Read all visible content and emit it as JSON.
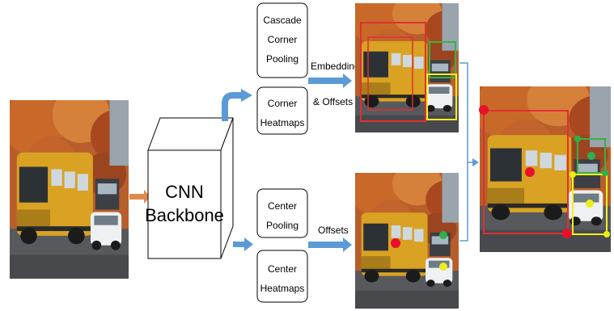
{
  "modules": {
    "cnn_backbone": {
      "line1": "CNN",
      "line2": "Backbone"
    },
    "cascade_corner_pooling": {
      "line1": "Cascade",
      "line2": "Corner",
      "line3": "Pooling"
    },
    "corner_heatmaps": {
      "line1": "Corner",
      "line2": "Heatmaps"
    },
    "center_pooling": {
      "line1": "Center",
      "line2": "Pooling"
    },
    "center_heatmaps": {
      "line1": "Center",
      "line2": "Heatmaps"
    }
  },
  "edges": {
    "corner_branch": {
      "line1": "Embeddings",
      "line2": "& Offsets"
    },
    "center_branch": {
      "label": "Offsets"
    }
  },
  "images": {
    "input": "street-bus-photo",
    "corner_output": "corner-detections-photo",
    "center_output": "center-keypoints-photo",
    "final_output": "final-detections-photo"
  },
  "colors": {
    "arrow": "#5b9bd5",
    "arrow_orange": "#e08a4a",
    "bus_box": "#e03030",
    "suv_box": "#3cb043",
    "car_box": "#f2f21e",
    "keypoint_red": "#e8102a",
    "keypoint_green": "#2bb24c",
    "keypoint_yellow": "#ecec18"
  }
}
